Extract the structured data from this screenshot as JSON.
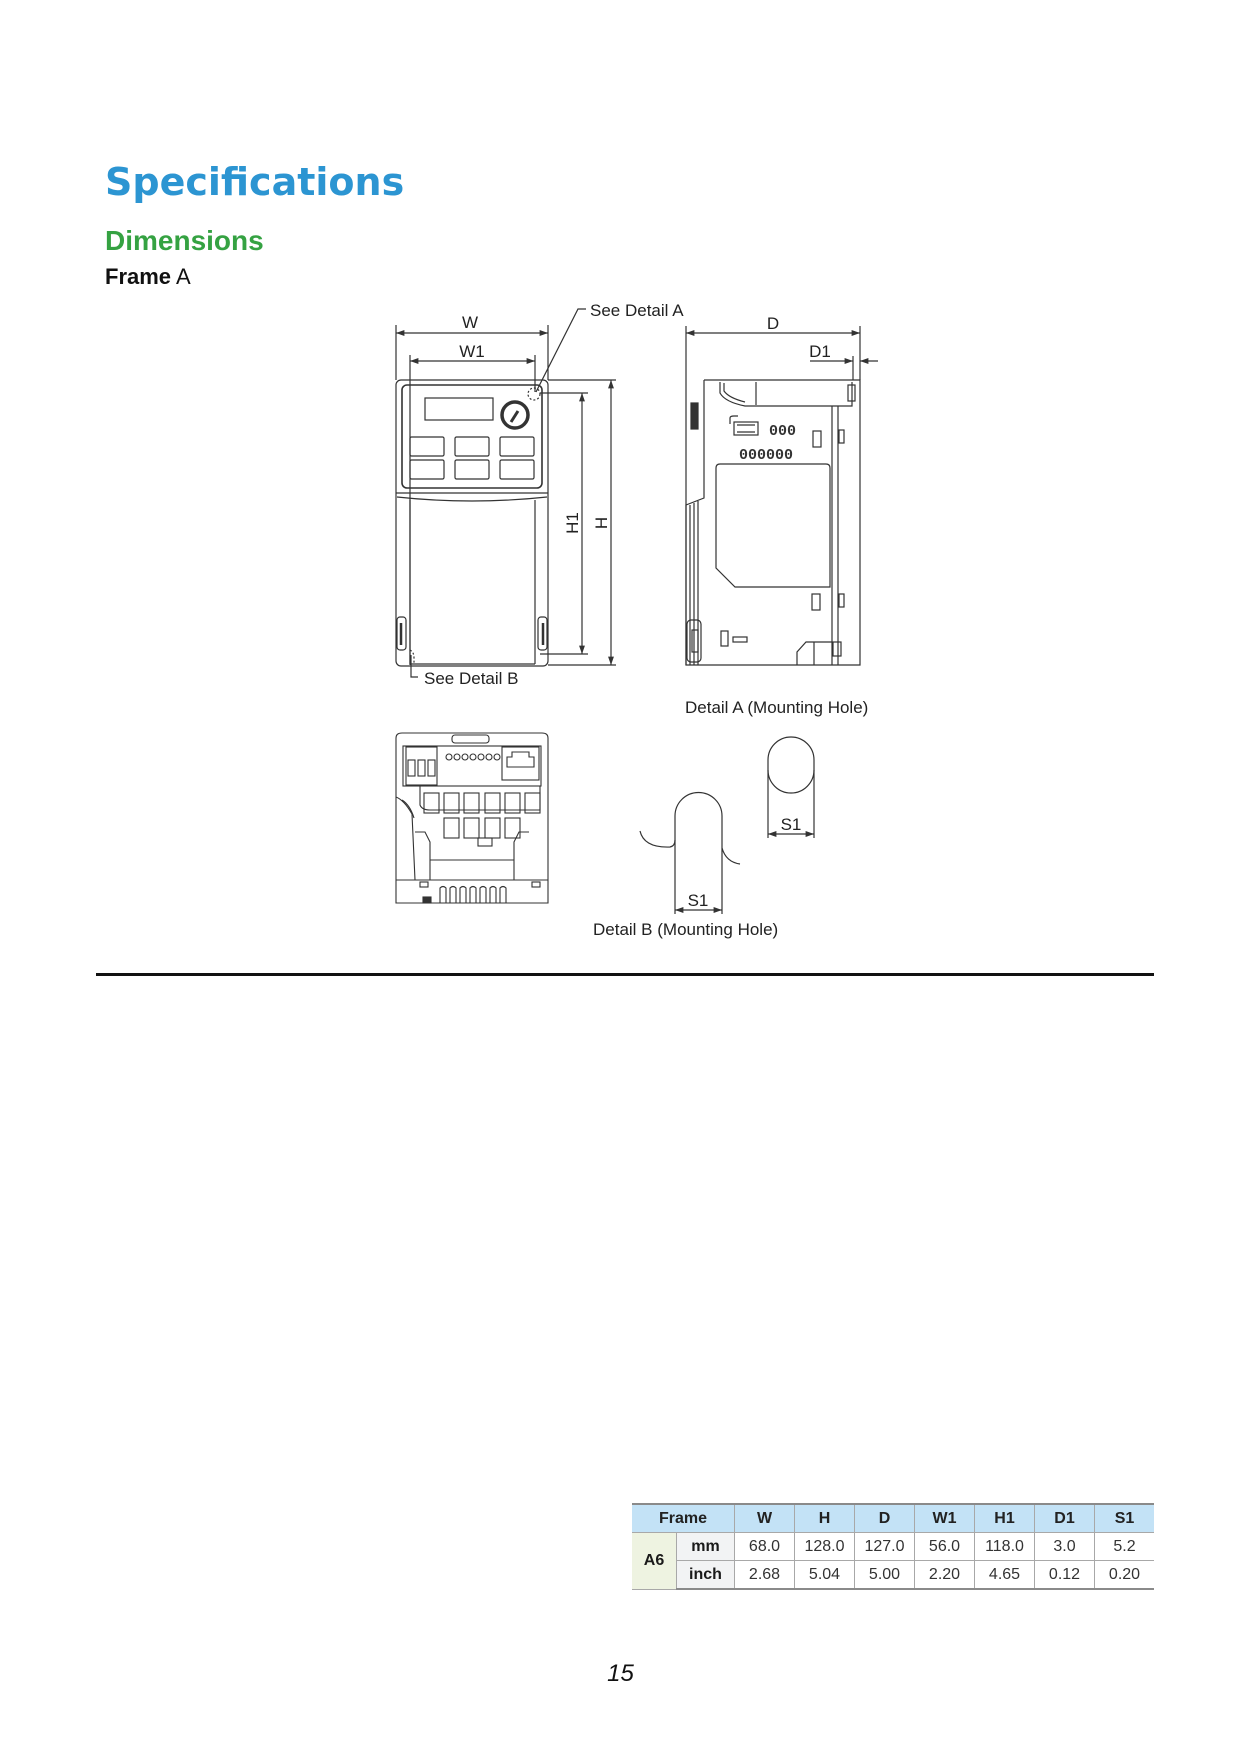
{
  "header": {
    "title": "Specifications",
    "subtitle": "Dimensions",
    "frame_label_bold": "Frame",
    "frame_label_letter": "A"
  },
  "drawing": {
    "labels": {
      "w": "W",
      "w1": "W1",
      "h": "H",
      "h1": "H1",
      "d": "D",
      "d1": "D1",
      "see_detail_a": "See Detail A",
      "see_detail_b": "See Detail B",
      "detail_a_title": "Detail A (Mounting Hole)",
      "detail_b_title": "Detail B (Mounting Hole)",
      "s1_a": "S1",
      "s1_b": "S1"
    },
    "line_color": "#333333"
  },
  "table": {
    "header": [
      "Frame",
      "W",
      "H",
      "D",
      "W1",
      "H1",
      "D1",
      "S1"
    ],
    "frame": "A6",
    "rows": [
      {
        "unit": "mm",
        "values": [
          "68.0",
          "128.0",
          "127.0",
          "56.0",
          "118.0",
          "3.0",
          "5.2"
        ]
      },
      {
        "unit": "inch",
        "values": [
          "2.68",
          "5.04",
          "5.00",
          "2.20",
          "4.65",
          "0.12",
          "0.20"
        ]
      }
    ],
    "colors": {
      "header_bg": "#c3e2f6",
      "frame_bg": "#eef3e1",
      "unit_bg": "#f2f3f4"
    }
  },
  "footer": {
    "page_number": "15"
  }
}
